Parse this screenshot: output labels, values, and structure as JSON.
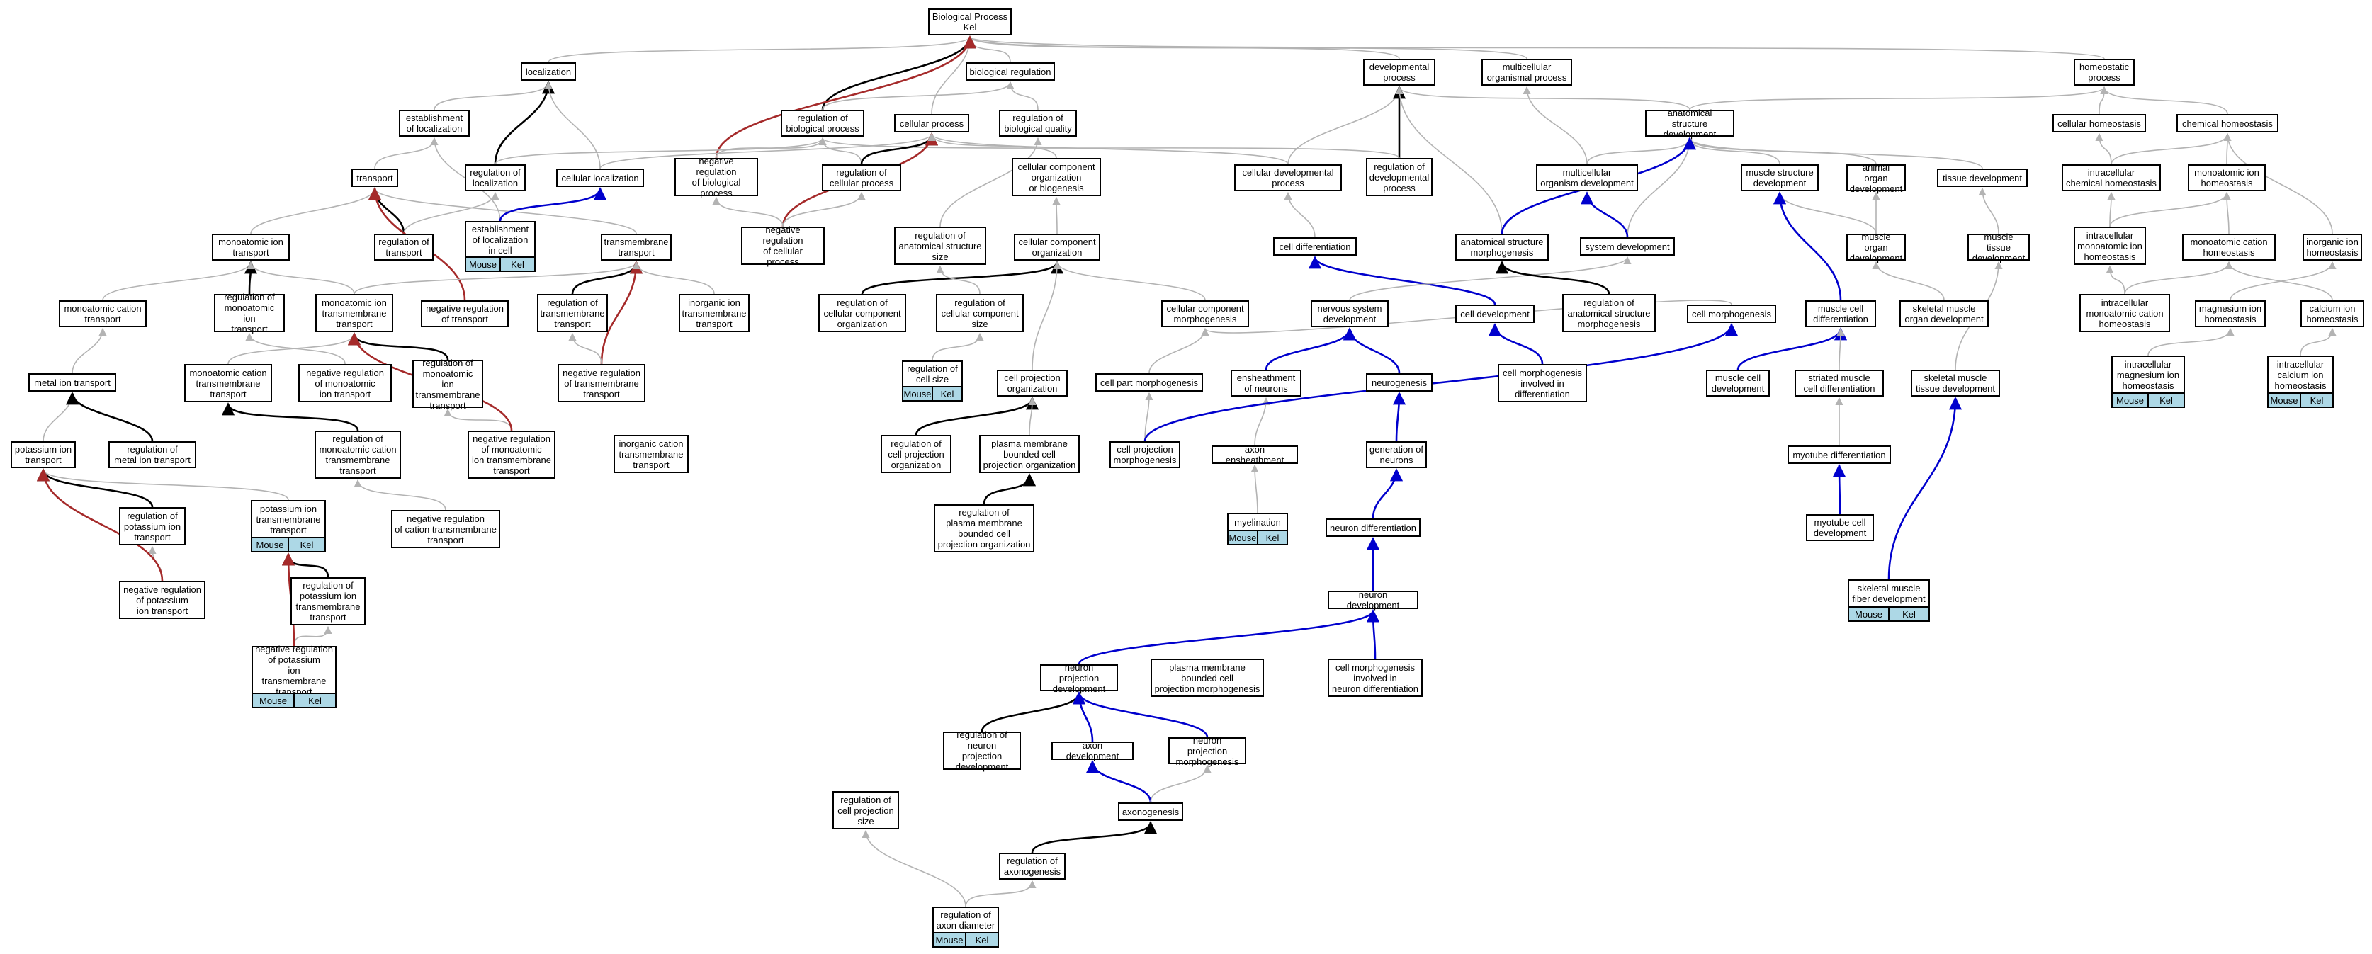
{
  "colors": {
    "is_a": "#b3b3b3",
    "regulates": "#000000",
    "neg_regulates": "#a52a2a",
    "part_of": "#0000cd",
    "annotation": "#add8e6"
  },
  "nodes": [
    {
      "id": "bp",
      "label": "Biological Process\nKel"
    },
    {
      "id": "loc",
      "label": "localization"
    },
    {
      "id": "biorg",
      "label": "biological regulation"
    },
    {
      "id": "devp",
      "label": "developmental\nprocess"
    },
    {
      "id": "multip",
      "label": "multicellular\norganismal process"
    },
    {
      "id": "homeo",
      "label": "homeostatic\nprocess"
    },
    {
      "id": "estloc",
      "label": "establishment\nof localization"
    },
    {
      "id": "regbp",
      "label": "regulation of\nbiological process"
    },
    {
      "id": "cellp",
      "label": "cellular process"
    },
    {
      "id": "regbq",
      "label": "regulation of\nbiological quality"
    },
    {
      "id": "asd",
      "label": "anatomical structure\ndevelopment"
    },
    {
      "id": "cellhomeo",
      "label": "cellular homeostasis"
    },
    {
      "id": "chemhomeo",
      "label": "chemical homeostasis"
    },
    {
      "id": "transport",
      "label": "transport"
    },
    {
      "id": "regloc",
      "label": "regulation of\nlocalization"
    },
    {
      "id": "cellloc",
      "label": "cellular localization"
    },
    {
      "id": "negregbp",
      "label": "negative regulation\nof biological\nprocess"
    },
    {
      "id": "regcp",
      "label": "regulation of\ncellular process"
    },
    {
      "id": "ccob",
      "label": "cellular component\norganization\nor biogenesis"
    },
    {
      "id": "celldevp",
      "label": "cellular developmental\nprocess"
    },
    {
      "id": "regdevp",
      "label": "regulation of\ndevelopmental\nprocess"
    },
    {
      "id": "multidev",
      "label": "multicellular\norganism development"
    },
    {
      "id": "musstrdev",
      "label": "muscle structure\ndevelopment"
    },
    {
      "id": "aod",
      "label": "animal organ\ndevelopment"
    },
    {
      "id": "tissdev",
      "label": "tissue development"
    },
    {
      "id": "ichemhomeo",
      "label": "intracellular\nchemical homeostasis"
    },
    {
      "id": "maihomeo",
      "label": "monoatomic ion\nhomeostasis"
    },
    {
      "id": "estlocc",
      "label": "establishment\nof localization\nin cell",
      "ann": true
    },
    {
      "id": "mait",
      "label": "monoatomic ion\ntransport"
    },
    {
      "id": "regtr",
      "label": "regulation of\ntransport"
    },
    {
      "id": "tmt",
      "label": "transmembrane\ntransport"
    },
    {
      "id": "negregcp",
      "label": "negative regulation\nof cellular\nprocess"
    },
    {
      "id": "regass",
      "label": "regulation of\nanatomical structure\nsize"
    },
    {
      "id": "cco",
      "label": "cellular component\norganization"
    },
    {
      "id": "celldiff",
      "label": "cell differentiation"
    },
    {
      "id": "sysdev",
      "label": "system development"
    },
    {
      "id": "asm",
      "label": "anatomical structure\nmorphogenesis"
    },
    {
      "id": "musorgdev",
      "label": "muscle organ\ndevelopment"
    },
    {
      "id": "mustissdev",
      "label": "muscle tissue\ndevelopment"
    },
    {
      "id": "imaihomeo",
      "label": "intracellular\nmonoatomic ion\nhomeostasis"
    },
    {
      "id": "mcathomeo",
      "label": "monoatomic cation\nhomeostasis"
    },
    {
      "id": "inorghomeo",
      "label": "inorganic ion\nhomeostasis"
    },
    {
      "id": "mcatt",
      "label": "monoatomic cation\ntransport"
    },
    {
      "id": "regmait",
      "label": "regulation of\nmonoatomic ion\ntransport"
    },
    {
      "id": "maitmt",
      "label": "monoatomic ion\ntransmembrane\ntransport"
    },
    {
      "id": "negregtr",
      "label": "negative regulation\nof transport"
    },
    {
      "id": "regtmt",
      "label": "regulation of\ntransmembrane\ntransport"
    },
    {
      "id": "inorgtmt",
      "label": "inorganic ion\ntransmembrane\ntransport"
    },
    {
      "id": "regcco",
      "label": "regulation of\ncellular component\norganization"
    },
    {
      "id": "regccs",
      "label": "regulation of\ncellular component\nsize"
    },
    {
      "id": "ccm",
      "label": "cellular component\nmorphogenesis"
    },
    {
      "id": "nsd",
      "label": "nervous system\ndevelopment"
    },
    {
      "id": "celldev",
      "label": "cell development"
    },
    {
      "id": "regasm",
      "label": "regulation of\nanatomical structure\nmorphogenesis"
    },
    {
      "id": "cellmorph",
      "label": "cell morphogenesis"
    },
    {
      "id": "muscelldiff",
      "label": "muscle cell\ndifferentiation"
    },
    {
      "id": "skmorgdev",
      "label": "skeletal muscle\norgan development"
    },
    {
      "id": "imcathomeo",
      "label": "intracellular\nmonoatomic cation\nhomeostasis"
    },
    {
      "id": "mghomeo",
      "label": "magnesium ion\nhomeostasis"
    },
    {
      "id": "cahomeo",
      "label": "calcium ion\nhomeostasis"
    },
    {
      "id": "metalt",
      "label": "metal ion transport"
    },
    {
      "id": "mcattmt",
      "label": "monoatomic cation\ntransmembrane\ntransport"
    },
    {
      "id": "negregmait",
      "label": "negative regulation\nof monoatomic\nion transport"
    },
    {
      "id": "regmaitmt",
      "label": "regulation of\nmonoatomic ion\ntransmembrane\ntransport"
    },
    {
      "id": "negregtmt",
      "label": "negative regulation\nof transmembrane\ntransport"
    },
    {
      "id": "regcellsize",
      "label": "regulation of\ncell size",
      "ann": true
    },
    {
      "id": "cpo",
      "label": "cell projection\norganization"
    },
    {
      "id": "cpm",
      "label": "cell part morphogenesis"
    },
    {
      "id": "enshneur",
      "label": "ensheathment\nof neurons"
    },
    {
      "id": "neurogen",
      "label": "neurogenesis"
    },
    {
      "id": "cmdiff",
      "label": "cell morphogenesis\ninvolved in\ndifferentiation"
    },
    {
      "id": "muscelldev",
      "label": "muscle cell\ndevelopment"
    },
    {
      "id": "strmuscd",
      "label": "striated muscle\ncell differentiation"
    },
    {
      "id": "skmtissdev",
      "label": "skeletal muscle\ntissue development"
    },
    {
      "id": "imghomeo",
      "label": "intracellular\nmagnesium ion\nhomeostasis",
      "ann": true
    },
    {
      "id": "icahomeo",
      "label": "intracellular\ncalcium ion\nhomeostasis",
      "ann": true
    },
    {
      "id": "kt",
      "label": "potassium ion\ntransport"
    },
    {
      "id": "regmetalt",
      "label": "regulation of\nmetal ion transport"
    },
    {
      "id": "regmcattmt",
      "label": "regulation of\nmonoatomic cation\ntransmembrane\ntransport"
    },
    {
      "id": "negregmaitmt",
      "label": "negative regulation\nof monoatomic\nion transmembrane\ntransport"
    },
    {
      "id": "inorgcattmt",
      "label": "inorganic cation\ntransmembrane\ntransport"
    },
    {
      "id": "regcpo",
      "label": "regulation of\ncell projection\norganization"
    },
    {
      "id": "pmbcpo",
      "label": "plasma membrane\nbounded cell\nprojection organization"
    },
    {
      "id": "cpmorph",
      "label": "cell projection\nmorphogenesis"
    },
    {
      "id": "axensh",
      "label": "axon ensheathment"
    },
    {
      "id": "genneur",
      "label": "generation of\nneurons"
    },
    {
      "id": "myotdiff",
      "label": "myotube differentiation"
    },
    {
      "id": "regkt",
      "label": "regulation of\npotassium ion\ntransport"
    },
    {
      "id": "ktmt",
      "label": "potassium ion\ntransmembrane\ntransport",
      "ann": true
    },
    {
      "id": "negregcattmt",
      "label": "negative regulation\nof cation transmembrane\ntransport"
    },
    {
      "id": "regpmbcpo",
      "label": "regulation of\nplasma membrane\nbounded cell\nprojection organization"
    },
    {
      "id": "myelin",
      "label": "myelination",
      "ann": true
    },
    {
      "id": "neurdiff",
      "label": "neuron differentiation"
    },
    {
      "id": "myotdev",
      "label": "myotube cell\ndevelopment"
    },
    {
      "id": "negregkt",
      "label": "negative regulation\nof potassium\nion transport"
    },
    {
      "id": "regktmt",
      "label": "regulation of\npotassium ion\ntransmembrane\ntransport"
    },
    {
      "id": "neurdev",
      "label": "neuron development"
    },
    {
      "id": "skmfdev",
      "label": "skeletal muscle\nfiber development",
      "ann": true
    },
    {
      "id": "negregktmt",
      "label": "negative regulation\nof potassium\nion transmembrane\ntransport",
      "ann": true
    },
    {
      "id": "npd",
      "label": "neuron projection\ndevelopment"
    },
    {
      "id": "pmbcpm",
      "label": "plasma membrane\nbounded cell\nprojection morphogenesis"
    },
    {
      "id": "cmneurdiff",
      "label": "cell morphogenesis\ninvolved in\nneuron differentiation"
    },
    {
      "id": "regnpd",
      "label": "regulation of\nneuron projection\ndevelopment"
    },
    {
      "id": "axdev",
      "label": "axon development"
    },
    {
      "id": "npm",
      "label": "neuron projection\nmorphogenesis"
    },
    {
      "id": "regcps",
      "label": "regulation of\ncell projection\nsize"
    },
    {
      "id": "axgen",
      "label": "axonogenesis"
    },
    {
      "id": "regaxgen",
      "label": "regulation of\naxonogenesis"
    },
    {
      "id": "regaxdiam",
      "label": "regulation of\naxon diameter",
      "ann": true
    }
  ],
  "annotation_labels": {
    "species": "Mouse",
    "gene": "Kel"
  },
  "edges": [
    [
      "loc",
      "bp",
      "is_a"
    ],
    [
      "biorg",
      "bp",
      "is_a"
    ],
    [
      "devp",
      "bp",
      "is_a"
    ],
    [
      "multip",
      "bp",
      "is_a"
    ],
    [
      "homeo",
      "bp",
      "is_a"
    ],
    [
      "cellp",
      "bp",
      "is_a"
    ],
    [
      "regbp",
      "bp",
      "regulates"
    ],
    [
      "negregbp",
      "bp",
      "neg_regulates"
    ],
    [
      "estloc",
      "loc",
      "is_a"
    ],
    [
      "regloc",
      "loc",
      "regulates"
    ],
    [
      "cellloc",
      "loc",
      "is_a"
    ],
    [
      "regbp",
      "biorg",
      "is_a"
    ],
    [
      "regbq",
      "biorg",
      "is_a"
    ],
    [
      "asd",
      "devp",
      "is_a"
    ],
    [
      "celldevp",
      "devp",
      "is_a"
    ],
    [
      "regdevp",
      "devp",
      "regulates"
    ],
    [
      "asm",
      "devp",
      "is_a"
    ],
    [
      "multidev",
      "multip",
      "is_a"
    ],
    [
      "asd",
      "homeo",
      "is_a"
    ],
    [
      "cellhomeo",
      "homeo",
      "is_a"
    ],
    [
      "chemhomeo",
      "homeo",
      "is_a"
    ],
    [
      "transport",
      "estloc",
      "is_a"
    ],
    [
      "estlocc",
      "estloc",
      "is_a"
    ],
    [
      "regcp",
      "regbp",
      "is_a"
    ],
    [
      "negregbp",
      "regbp",
      "is_a"
    ],
    [
      "regloc",
      "regbp",
      "is_a"
    ],
    [
      "regdevp",
      "regbp",
      "is_a"
    ],
    [
      "regcp",
      "cellp",
      "regulates"
    ],
    [
      "negregcp",
      "cellp",
      "neg_regulates"
    ],
    [
      "ccob",
      "cellp",
      "is_a"
    ],
    [
      "celldevp",
      "cellp",
      "is_a"
    ],
    [
      "cellloc",
      "cellp",
      "is_a"
    ],
    [
      "regass",
      "regbq",
      "is_a"
    ],
    [
      "multidev",
      "asd",
      "is_a"
    ],
    [
      "musstrdev",
      "asd",
      "is_a"
    ],
    [
      "aod",
      "asd",
      "is_a"
    ],
    [
      "tissdev",
      "asd",
      "is_a"
    ],
    [
      "sysdev",
      "asd",
      "is_a"
    ],
    [
      "asm",
      "asd",
      "part_of"
    ],
    [
      "ichemhomeo",
      "cellhomeo",
      "is_a"
    ],
    [
      "ichemhomeo",
      "chemhomeo",
      "is_a"
    ],
    [
      "maihomeo",
      "chemhomeo",
      "is_a"
    ],
    [
      "inorghomeo",
      "chemhomeo",
      "is_a"
    ],
    [
      "regtr",
      "transport",
      "regulates"
    ],
    [
      "mait",
      "transport",
      "is_a"
    ],
    [
      "tmt",
      "transport",
      "is_a"
    ],
    [
      "regtr",
      "regloc",
      "is_a"
    ],
    [
      "negregtr",
      "transport",
      "neg_regulates"
    ],
    [
      "estlocc",
      "cellloc",
      "part_of"
    ],
    [
      "negregcp",
      "negregbp",
      "is_a"
    ],
    [
      "negregcp",
      "regcp",
      "is_a"
    ],
    [
      "cco",
      "ccob",
      "is_a"
    ],
    [
      "celldiff",
      "celldevp",
      "is_a"
    ],
    [
      "sysdev",
      "multidev",
      "part_of"
    ],
    [
      "musorgdev",
      "musstrdev",
      "is_a"
    ],
    [
      "musorgdev",
      "aod",
      "is_a"
    ],
    [
      "mustissdev",
      "tissdev",
      "is_a"
    ],
    [
      "imaihomeo",
      "ichemhomeo",
      "is_a"
    ],
    [
      "imaihomeo",
      "maihomeo",
      "is_a"
    ],
    [
      "mcathomeo",
      "maihomeo",
      "is_a"
    ],
    [
      "mcatt",
      "mait",
      "is_a"
    ],
    [
      "regmait",
      "mait",
      "regulates"
    ],
    [
      "maitmt",
      "mait",
      "is_a"
    ],
    [
      "maitmt",
      "tmt",
      "is_a"
    ],
    [
      "regtmt",
      "tmt",
      "regulates"
    ],
    [
      "negregtmt",
      "tmt",
      "neg_regulates"
    ],
    [
      "inorgtmt",
      "tmt",
      "is_a"
    ],
    [
      "regcco",
      "cco",
      "regulates"
    ],
    [
      "regccs",
      "regass",
      "is_a"
    ],
    [
      "ccm",
      "cco",
      "is_a"
    ],
    [
      "celldev",
      "celldiff",
      "part_of"
    ],
    [
      "nsd",
      "sysdev",
      "is_a"
    ],
    [
      "regasm",
      "asm",
      "regulates"
    ],
    [
      "muscelldiff",
      "musstrdev",
      "part_of"
    ],
    [
      "skmorgdev",
      "musorgdev",
      "is_a"
    ],
    [
      "imcathomeo",
      "imaihomeo",
      "is_a"
    ],
    [
      "imcathomeo",
      "mcathomeo",
      "is_a"
    ],
    [
      "mghomeo",
      "inorghomeo",
      "is_a"
    ],
    [
      "cahomeo",
      "mcathomeo",
      "is_a"
    ],
    [
      "metalt",
      "mcatt",
      "is_a"
    ],
    [
      "mcattmt",
      "maitmt",
      "is_a"
    ],
    [
      "negregmait",
      "regmait",
      "is_a"
    ],
    [
      "regmaitmt",
      "maitmt",
      "regulates"
    ],
    [
      "negregtmt",
      "regtmt",
      "is_a"
    ],
    [
      "regcellsize",
      "regccs",
      "is_a"
    ],
    [
      "cpo",
      "cco",
      "is_a"
    ],
    [
      "cpm",
      "ccm",
      "is_a"
    ],
    [
      "enshneur",
      "nsd",
      "part_of"
    ],
    [
      "neurogen",
      "nsd",
      "part_of"
    ],
    [
      "cmdiff",
      "celldev",
      "part_of"
    ],
    [
      "cellmorph",
      "ccm",
      "is_a"
    ],
    [
      "muscelldev",
      "muscelldiff",
      "part_of"
    ],
    [
      "strmuscd",
      "muscelldiff",
      "is_a"
    ],
    [
      "skmtissdev",
      "mustissdev",
      "is_a"
    ],
    [
      "imghomeo",
      "mghomeo",
      "is_a"
    ],
    [
      "icahomeo",
      "cahomeo",
      "is_a"
    ],
    [
      "kt",
      "metalt",
      "is_a"
    ],
    [
      "regmetalt",
      "metalt",
      "regulates"
    ],
    [
      "regmcattmt",
      "mcattmt",
      "regulates"
    ],
    [
      "negregmaitmt",
      "regmaitmt",
      "is_a"
    ],
    [
      "negregmaitmt",
      "maitmt",
      "neg_regulates"
    ],
    [
      "regcpo",
      "cpo",
      "regulates"
    ],
    [
      "pmbcpo",
      "cpo",
      "is_a"
    ],
    [
      "cpmorph",
      "cpm",
      "is_a"
    ],
    [
      "axensh",
      "enshneur",
      "is_a"
    ],
    [
      "genneur",
      "neurogen",
      "part_of"
    ],
    [
      "myotdiff",
      "strmuscd",
      "is_a"
    ],
    [
      "regkt",
      "kt",
      "regulates"
    ],
    [
      "ktmt",
      "kt",
      "is_a"
    ],
    [
      "negregcattmt",
      "regmcattmt",
      "is_a"
    ],
    [
      "regpmbcpo",
      "pmbcpo",
      "regulates"
    ],
    [
      "myelin",
      "axensh",
      "is_a"
    ],
    [
      "neurdiff",
      "genneur",
      "part_of"
    ],
    [
      "myotdev",
      "myotdiff",
      "part_of"
    ],
    [
      "negregkt",
      "regkt",
      "is_a"
    ],
    [
      "negregkt",
      "kt",
      "neg_regulates"
    ],
    [
      "regktmt",
      "ktmt",
      "regulates"
    ],
    [
      "neurdev",
      "neurdiff",
      "part_of"
    ],
    [
      "skmfdev",
      "skmtissdev",
      "part_of"
    ],
    [
      "negregktmt",
      "regktmt",
      "is_a"
    ],
    [
      "negregktmt",
      "ktmt",
      "neg_regulates"
    ],
    [
      "npd",
      "neurdev",
      "part_of"
    ],
    [
      "cmneurdiff",
      "neurdev",
      "part_of"
    ],
    [
      "regnpd",
      "npd",
      "regulates"
    ],
    [
      "axdev",
      "npd",
      "part_of"
    ],
    [
      "npm",
      "npd",
      "part_of"
    ],
    [
      "axgen",
      "axdev",
      "part_of"
    ],
    [
      "axgen",
      "npm",
      "is_a"
    ],
    [
      "regaxgen",
      "axgen",
      "regulates"
    ],
    [
      "regaxdiam",
      "regaxgen",
      "is_a"
    ],
    [
      "regaxdiam",
      "regcps",
      "is_a"
    ],
    [
      "cpmorph",
      "cellmorph",
      "part_of"
    ]
  ]
}
